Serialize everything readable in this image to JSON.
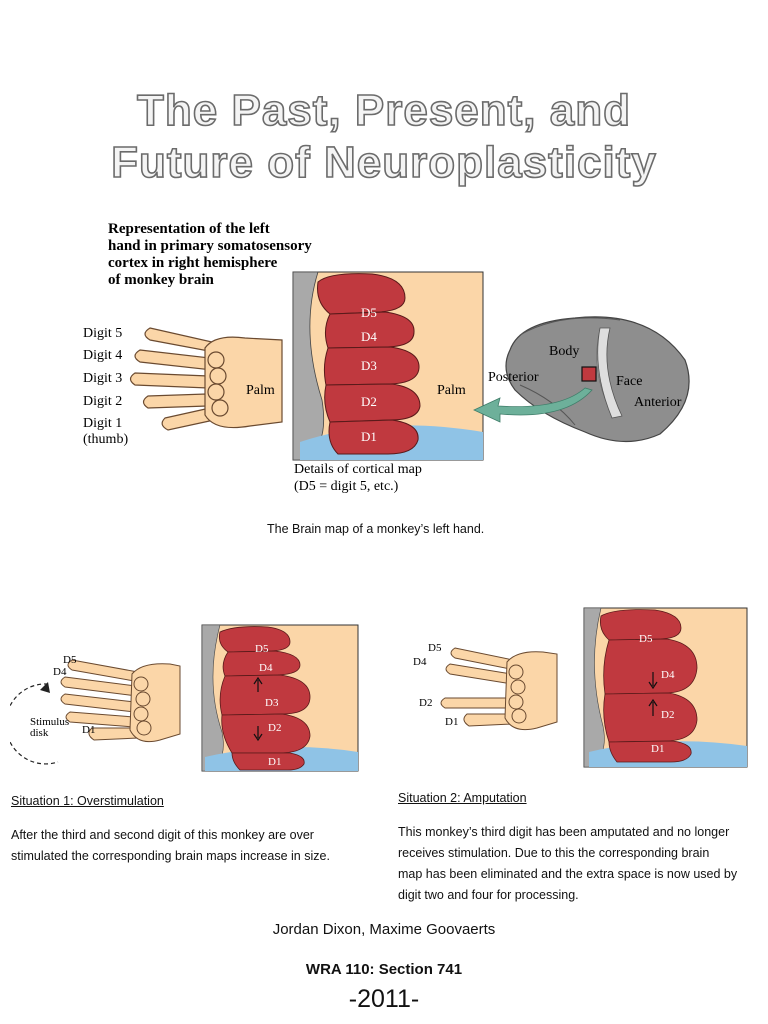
{
  "title": {
    "line1": "The Past, Present, and",
    "line2": "Future of Neuroplasticity"
  },
  "main_figure": {
    "heading_lines": [
      "Representation of the left",
      "hand in primary somatosensory",
      "cortex in right hemisphere",
      "of monkey brain"
    ],
    "digit_labels": [
      "Digit 5",
      "Digit 4",
      "Digit 3",
      "Digit 2",
      "Digit 1",
      "(thumb)"
    ],
    "hand_palm_label": "Palm",
    "map_labels": [
      "D5",
      "D4",
      "D3",
      "D2",
      "D1"
    ],
    "map_palm_label": "Palm",
    "brain_labels": {
      "body": "Body",
      "face": "Face",
      "posterior": "Posterior",
      "anterior": "Anterior"
    },
    "details_lines": [
      "Details of cortical map",
      "(D5 = digit 5, etc.)"
    ],
    "caption": "The Brain map of a monkey’s left hand."
  },
  "situation1": {
    "digit_labels": [
      "D5",
      "D4",
      "D1"
    ],
    "stimulus_lines": [
      "Stimulus",
      "disk"
    ],
    "map_labels": [
      "D5",
      "D4",
      "D3",
      "D2",
      "D1"
    ],
    "heading": "Situation 1: Overstimulation",
    "text_lines": [
      "After the third and second digit of this monkey are over",
      "stimulated the corresponding brain maps increase in size."
    ]
  },
  "situation2": {
    "digit_labels": [
      "D5",
      "D4",
      "D2",
      "D1"
    ],
    "map_labels": [
      "D5",
      "D4",
      "D2",
      "D1"
    ],
    "heading": "Situation 2: Amputation",
    "text_lines": [
      "This monkey’s third digit has been amputated and no longer",
      "receives stimulation. Due to this the corresponding brain",
      "map has been eliminated and the extra space is now used by",
      "digit two and four for processing."
    ]
  },
  "footer": {
    "authors": "Jordan Dixon, Maxime Goovaerts",
    "course": "WRA 110: Section 741",
    "year": "-2011-"
  },
  "colors": {
    "map_red": "#c0393f",
    "map_outline": "#5a1a1a",
    "palm_skin": "#fbd6a8",
    "cortex_gray": "#a9a9a9",
    "water_blue": "#8fc3e6",
    "arrow_green": "#6db09a",
    "brain_gray": "#8e8e8e"
  }
}
